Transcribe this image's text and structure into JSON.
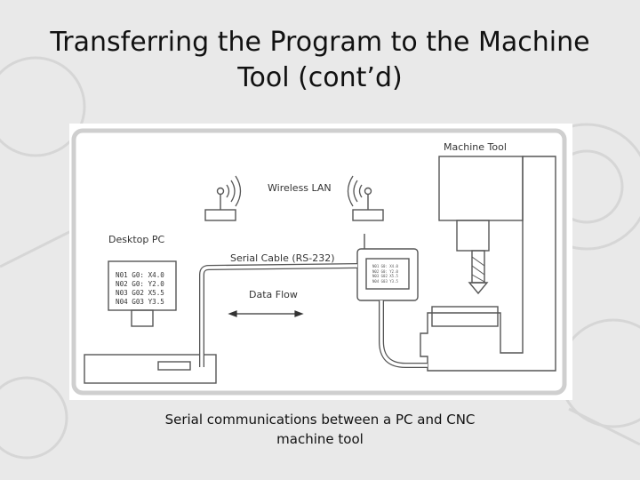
{
  "slide": {
    "title_line1": "Transferring the Program to the Machine",
    "title_line2": "Tool (cont’d)",
    "caption_line1": "Serial communications between a PC and CNC",
    "caption_line2": "machine tool"
  },
  "diagram": {
    "labels": {
      "machine_tool": "Machine Tool",
      "wireless_lan": "Wireless LAN",
      "desktop_pc": "Desktop PC",
      "serial_cable": "Serial Cable (RS-232)",
      "data_flow": "Data Flow"
    },
    "pc_screen_lines": [
      "N01 G0: X4.0",
      "N02 G0: Y2.0",
      "N03 G02 X5.5",
      "N04 G03 Y3.5"
    ],
    "cnc_screen_lines": [
      "N01 G0: X4.0",
      "N02 G0: Y2.0",
      "N03 G02 X5.5",
      "N04 G03 Y3.5"
    ]
  },
  "colors": {
    "stroke": "#555555",
    "title": "#111111",
    "background": "#e9e9e9"
  }
}
